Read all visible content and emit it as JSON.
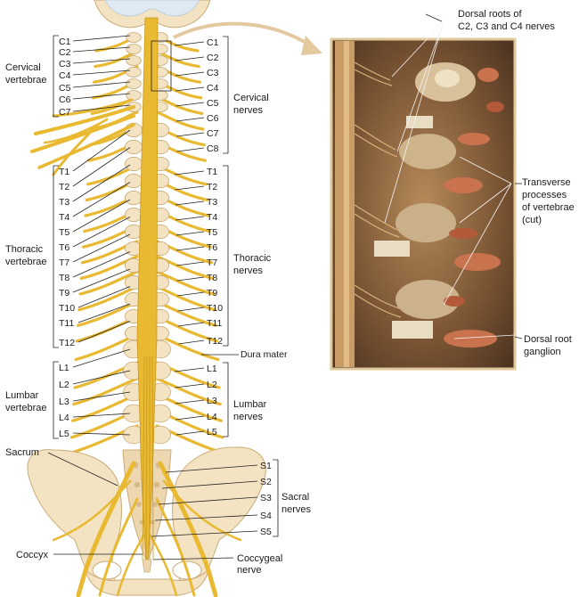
{
  "colors": {
    "nerve": "#e8b931",
    "nerve_dark": "#c99a1c",
    "bone": "#f3e3c2",
    "bone_edge": "#c9ab78",
    "leader": "#222222",
    "photo_frame": "#e0c89a",
    "arrow": "#e3c9a0"
  },
  "left_groups": [
    {
      "lines": [
        "Cervical",
        "vertebrae"
      ],
      "labels": [
        "C1",
        "C2",
        "C3",
        "C4",
        "C5",
        "C6",
        "C7"
      ]
    },
    {
      "lines": [
        "Thoracic",
        "vertebrae"
      ],
      "labels": [
        "T1",
        "T2",
        "T3",
        "T4",
        "T5",
        "T6",
        "T7",
        "T8",
        "T9",
        "T10",
        "T11",
        "T12"
      ]
    },
    {
      "lines": [
        "Lumbar",
        "vertebrae"
      ],
      "labels": [
        "L1",
        "L2",
        "L3",
        "L4",
        "L5"
      ]
    }
  ],
  "right_groups": [
    {
      "lines": [
        "Cervical",
        "nerves"
      ],
      "labels": [
        "C1",
        "C2",
        "C3",
        "C4",
        "C5",
        "C6",
        "C7",
        "C8"
      ]
    },
    {
      "lines": [
        "Thoracic",
        "nerves"
      ],
      "labels": [
        "T1",
        "T2",
        "T3",
        "T4",
        "T5",
        "T6",
        "T7",
        "T8",
        "T9",
        "T10",
        "T11",
        "T12"
      ]
    },
    {
      "lines": [
        "Lumbar",
        "nerves"
      ],
      "labels": [
        "L1",
        "L2",
        "L3",
        "L4",
        "L5"
      ]
    },
    {
      "lines": [
        "Sacral",
        "nerves"
      ],
      "labels": [
        "S1",
        "S2",
        "S3",
        "S4",
        "S5"
      ]
    }
  ],
  "other_labels": {
    "dura_mater": "Dura mater",
    "sacrum": "Sacrum",
    "coccyx": "Coccyx",
    "coccygeal_1": "Coccygeal",
    "coccygeal_2": "nerve"
  },
  "photo_labels": {
    "dorsal_roots_1": "Dorsal roots of",
    "dorsal_roots_2": "C2, C3 and C4 nerves",
    "transverse_1": "Transverse",
    "transverse_2": "processes",
    "transverse_3": "of vertebrae",
    "transverse_4": "(cut)",
    "ganglion_1": "Dorsal root",
    "ganglion_2": "ganglion"
  }
}
